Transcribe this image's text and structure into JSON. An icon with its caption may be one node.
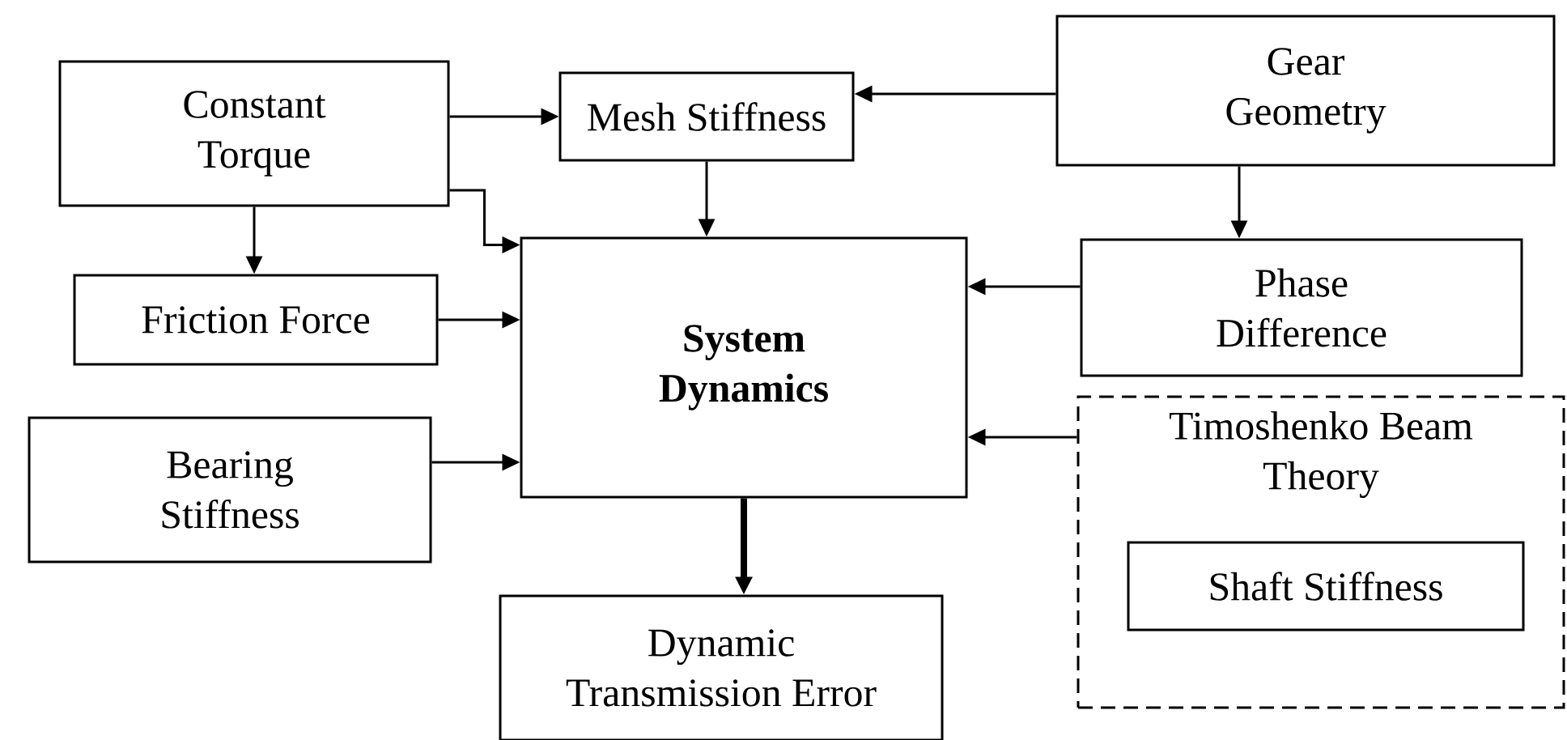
{
  "diagram": {
    "nodes": [
      {
        "text": [
          "Constant Torque"
        ]
      },
      {
        "text": [
          "Mesh Stiffness"
        ]
      },
      {
        "text": [
          "Gear Geometry"
        ]
      },
      {
        "text": [
          "Friction Force"
        ]
      },
      {
        "text": [
          "System Dynamics"
        ]
      },
      {
        "text": [
          "Phase Difference"
        ]
      },
      {
        "text": [
          "Bearing Stiffness"
        ]
      },
      {
        "text": [
          "Timoshenko Beam Theory"
        ]
      },
      {
        "text": [
          "Shaft Stiffness"
        ],
        "in": 7
      },
      {
        "text": [
          "Dynamic Transmission Error"
        ]
      }
    ],
    "edges": [
      {
        "from": 0,
        "to": 1,
        "arrow": "to"
      },
      {
        "from": 2,
        "to": 1,
        "arrow": "to"
      },
      {
        "from": 1,
        "to": 4,
        "arrow": "to"
      },
      {
        "from": 0,
        "to": 4,
        "arrow": "to"
      },
      {
        "from": 0,
        "to": 3,
        "arrow": "to"
      },
      {
        "from": 2,
        "to": 5,
        "arrow": "to"
      },
      {
        "from": 3,
        "to": 4,
        "arrow": "to"
      },
      {
        "from": 5,
        "to": 4,
        "arrow": "to"
      },
      {
        "from": 6,
        "to": 4,
        "arrow": "to"
      },
      {
        "from": 7,
        "to": 4,
        "arrow": "to"
      },
      {
        "from": 4,
        "to": 9,
        "arrow": "to",
        "style": "thick"
      }
    ]
  }
}
